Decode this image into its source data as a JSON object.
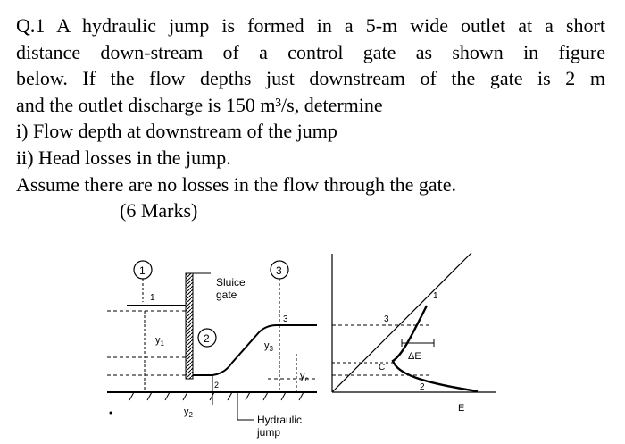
{
  "question": {
    "lines": [
      "Q.1 A hydraulic jump is formed in a 5-m wide outlet at a short",
      "distance down-stream of a control gate as shown in figure",
      "below. If the flow depths just downstream of the gate is 2 m",
      "and the outlet discharge is 150 m³/s, determine",
      "i) Flow depth at downstream of the jump",
      "ii) Head losses in the jump.",
      "Assume there are no losses in the flow through the gate.",
      "(6 Marks)"
    ]
  },
  "figure": {
    "sluice_label": [
      "Sluice",
      "gate"
    ],
    "jump_label": [
      "Hydraulic",
      "jump"
    ],
    "section_markers": [
      "1",
      "2",
      "3"
    ],
    "depth_labels": {
      "y1": "y",
      "y1_sub": "1",
      "y2": "y",
      "y2_sub": "2",
      "y3": "y",
      "y3_sub": "3",
      "yc": "y",
      "yc_sub": "c"
    },
    "level_marks": {
      "one": "1",
      "two": "2",
      "three": "3"
    },
    "energy_diagram": {
      "axis_label": "E",
      "delta_label": "ΔE",
      "critical_label": "C",
      "marks": [
        "1",
        "2",
        "3"
      ]
    }
  }
}
